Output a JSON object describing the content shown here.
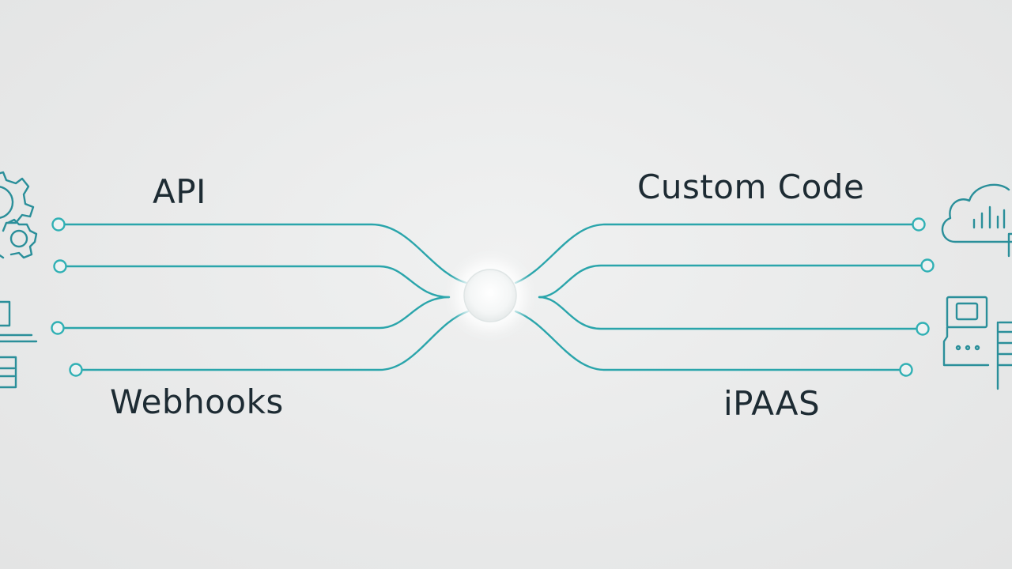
{
  "labels": {
    "top_left": "API",
    "top_right": "Custom Code",
    "bottom_left": "Webhooks",
    "bottom_right": "iPAAS"
  },
  "icons": {
    "left": [
      "gears-icon",
      "computer-terminal-icon"
    ],
    "right": [
      "cloud-chart-icon",
      "server-panel-icon"
    ]
  },
  "colors": {
    "line": "#2aa5ab",
    "node_stroke": "#2fb0b4",
    "icon": "#2a8f9a",
    "text": "#1d2b33",
    "hub_glow": "#ffffff",
    "background": "#e8e9e9"
  }
}
